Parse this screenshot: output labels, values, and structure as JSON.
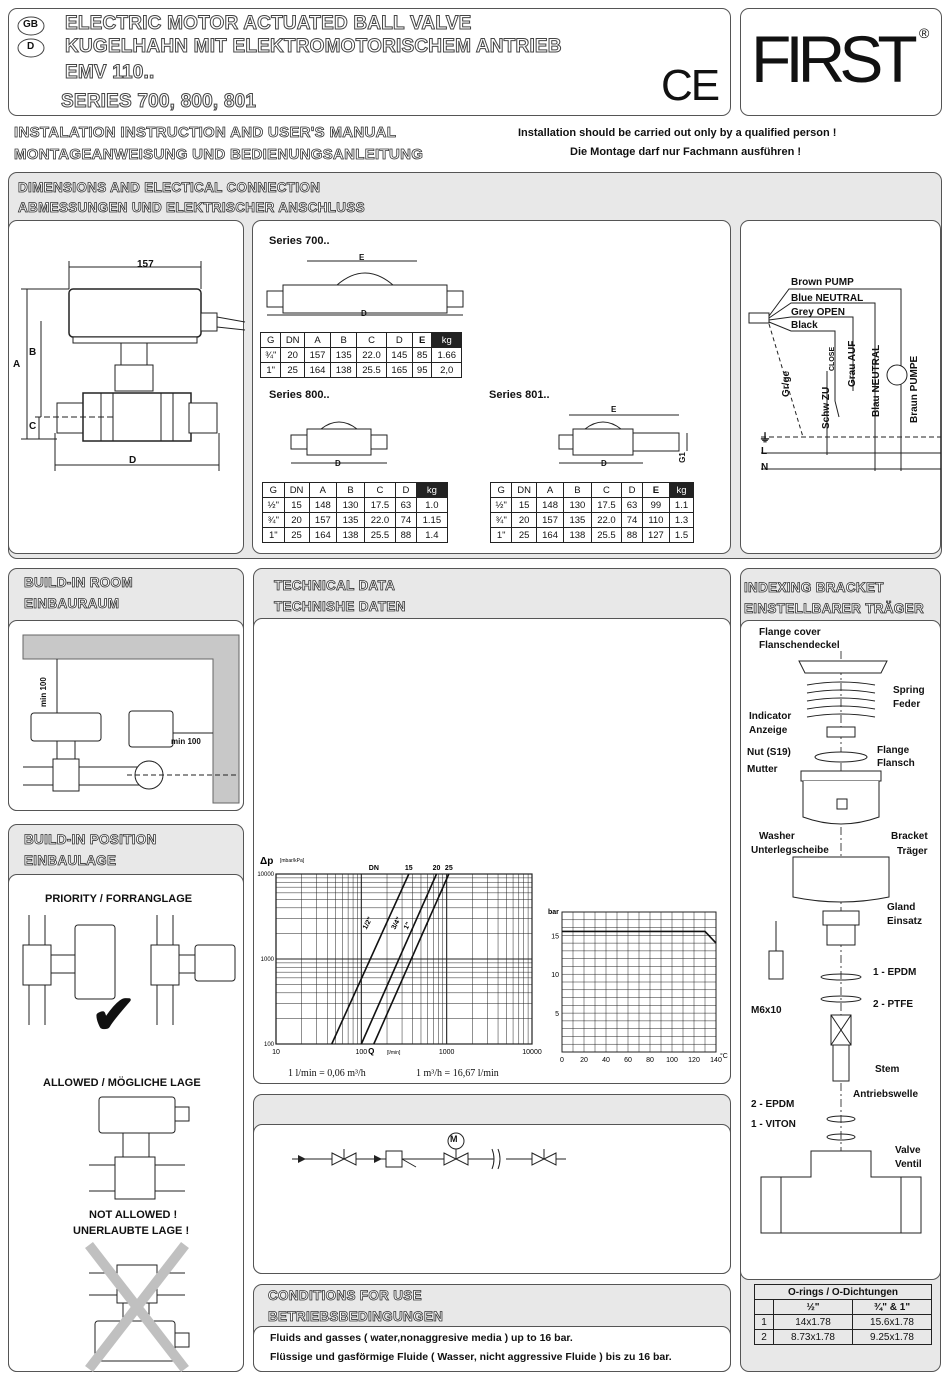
{
  "header": {
    "lang_gb": "GB",
    "lang_d": "D",
    "title_en": "ELECTRIC MOTOR ACTUATED BALL VALVE",
    "title_de": "KUGELHAHN MIT ELEKTROMOTORISCHEM ANTRIEB",
    "model": "EMV 110..",
    "series": "SERIES 700, 800, 801",
    "ce_mark": "CE",
    "logo_text": "FIRST",
    "logo_reg": "®"
  },
  "manual": {
    "title_en": "INSTALATION INSTRUCTION AND USER'S MANUAL",
    "title_de": "MONTAGEANWEISUNG UND BEDIENUNGSANLEITUNG",
    "notice_en": "Installation should be carried out only by a qualified person !",
    "notice_de": "Die Montage darf nur Fachmann ausführen !"
  },
  "dimensions": {
    "title_en": "DIMENSIONS AND ELECTICAL CONNECTION",
    "title_de": "ABMESSUNGEN UND ELEKTRISCHER ANSCHLUSS",
    "dim_157": "157",
    "dim_a": "A",
    "dim_b": "B",
    "dim_c": "C",
    "dim_d": "D",
    "dim_e": "E",
    "dim_g1": "G1",
    "series700": {
      "label": "Series 700..",
      "headers": [
        "G",
        "DN",
        "A",
        "B",
        "C",
        "D",
        "E",
        "kg"
      ],
      "rows": [
        [
          "¾\"",
          "20",
          "157",
          "135",
          "22.0",
          "145",
          "85",
          "1.66"
        ],
        [
          "1\"",
          "25",
          "164",
          "138",
          "25.5",
          "165",
          "95",
          "2,0"
        ]
      ]
    },
    "series800": {
      "label": "Series 800..",
      "headers": [
        "G",
        "DN",
        "A",
        "B",
        "C",
        "D",
        "kg"
      ],
      "rows": [
        [
          "½\"",
          "15",
          "148",
          "130",
          "17.5",
          "63",
          "1.0"
        ],
        [
          "¾\"",
          "20",
          "157",
          "135",
          "22.0",
          "74",
          "1.15"
        ],
        [
          "1\"",
          "25",
          "164",
          "138",
          "25.5",
          "88",
          "1.4"
        ]
      ]
    },
    "series801": {
      "label": "Series 801..",
      "headers": [
        "G",
        "DN",
        "A",
        "B",
        "C",
        "D",
        "E",
        "kg"
      ],
      "rows": [
        [
          "½\"",
          "15",
          "148",
          "130",
          "17.5",
          "63",
          "99",
          "1.1"
        ],
        [
          "¾\"",
          "20",
          "157",
          "135",
          "22.0",
          "74",
          "110",
          "1.3"
        ],
        [
          "1\"",
          "25",
          "164",
          "138",
          "25.5",
          "88",
          "127",
          "1.5"
        ]
      ]
    },
    "wiring": {
      "brown": "Brown  PUMP",
      "blue": "Blue NEUTRAL",
      "grey": "Grey OPEN",
      "black": "Black",
      "gr_ge": "Gr/ge",
      "schw_zu": "Schw ZU",
      "close": "CLOSE",
      "grau_auf": "Grau AUF",
      "blau_neutral": "Blau NEUTRAL",
      "braun_pumpe": "Braun PUMPE",
      "earth": "⏚",
      "l": "L",
      "n": "N"
    }
  },
  "room": {
    "title_en": "BUILD-IN ROOM",
    "title_de": "EINBAURAUM",
    "min1": "min 100",
    "min2": "min 100"
  },
  "position": {
    "title_en": "BUILD-IN POSITION",
    "title_de": "EINBAULAGE",
    "priority": "PRIORITY / FORRANGLAGE",
    "allowed": "ALLOWED / MÖGLICHE LAGE",
    "not_allowed_en": "NOT ALLOWED !",
    "not_allowed_de": "UNERLAUBTE LAGE !",
    "check": "✔"
  },
  "technical": {
    "title_en": "TECHNICAL DATA",
    "title_de": "TECHNISHE DATEN",
    "conversion1": "1  l/min  =  0,06  m³/h",
    "conversion2": "1  m³/h  =  16,67  l/min"
  },
  "chart_data": [
    {
      "type": "line",
      "ylabel": "Δp",
      "yunit": "[mbar/kPa]",
      "xlabel": "Q",
      "xunit": "[l/min]",
      "xscale": "log",
      "yscale": "log",
      "xlim": [
        10,
        10000
      ],
      "ylim": [
        100,
        10000
      ],
      "x_ticks": [
        "10",
        "100",
        "1000",
        "10000"
      ],
      "y_ticks": [
        "100",
        "1000",
        "10000"
      ],
      "dn_label": "DN",
      "series": [
        {
          "name": "1/2\"",
          "dn": "15",
          "x": [
            45,
            360
          ],
          "y": [
            100,
            10000
          ]
        },
        {
          "name": "3/4\"",
          "dn": "20",
          "x": [
            100,
            760
          ],
          "y": [
            100,
            10000
          ]
        },
        {
          "name": "1\"",
          "dn": "25",
          "x": [
            140,
            1060
          ],
          "y": [
            100,
            10000
          ]
        }
      ]
    },
    {
      "type": "line",
      "ylabel": "bar",
      "xlabel": "°C",
      "xlim": [
        0,
        140
      ],
      "ylim": [
        0,
        18
      ],
      "x_ticks": [
        "0",
        "20",
        "40",
        "60",
        "80",
        "100",
        "120",
        "140"
      ],
      "y_ticks": [
        "5",
        "10",
        "15"
      ],
      "series": [
        {
          "x": [
            0,
            130,
            140
          ],
          "y": [
            15.5,
            15.5,
            14
          ]
        }
      ]
    }
  ],
  "conditions": {
    "title_en": "CONDITIONS FOR USE",
    "title_de": "BETRIEBSBEDINGUNGEN",
    "text_en": "Fluids and gasses ( water,nonaggresive media ) up to 16 bar.",
    "text_de": "Flüssige und gasförmige Fluide ( Wasser, nicht aggressive Fluide ) bis zu 16 bar.",
    "motor": "M"
  },
  "bracket": {
    "title_en": "INDEXING BRACKET",
    "title_de": "EINSTELLBARER TRÄGER",
    "flange_cover": "Flange cover",
    "flanschendeckel": "Flanschendeckel",
    "spring": "Spring",
    "feder": "Feder",
    "indicator": "Indicator",
    "anzeige": "Anzeige",
    "flange": "Flange",
    "flansch": "Flansch",
    "nut": "Nut (S19)",
    "mutter": "Mutter",
    "washer": "Washer",
    "unterlegscheibe": "Unterlegscheibe",
    "bracket": "Bracket",
    "traeger": "Träger",
    "gland": "Gland",
    "einsatz": "Einsatz",
    "epdm1": "1 - EPDM",
    "ptfe2": "2 - PTFE",
    "m6x10": "M6x10",
    "stem": "Stem",
    "antriebswelle": "Antriebswelle",
    "epdm2": "2 - EPDM",
    "viton1": "1 - VITON",
    "valve": "Valve",
    "ventil": "Ventil",
    "orings_title": "O-rings  / O-Dichtungen",
    "orings_headers": [
      "",
      "½\"",
      "¾\" & 1\""
    ],
    "orings_rows": [
      [
        "1",
        "14x1.78",
        "15.6x1.78"
      ],
      [
        "2",
        "8.73x1.78",
        "9.25x1.78"
      ]
    ]
  }
}
